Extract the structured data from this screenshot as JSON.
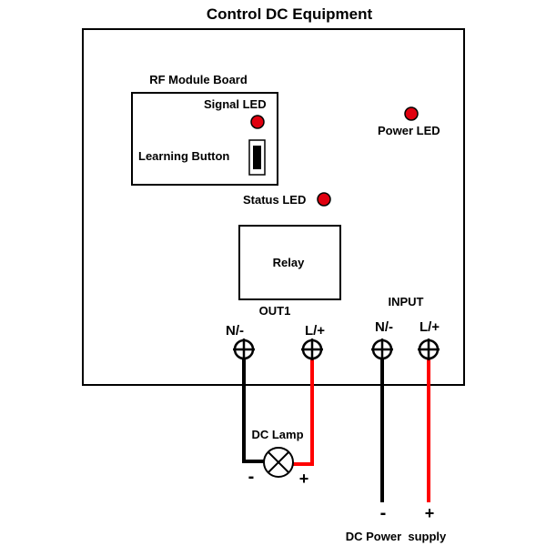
{
  "title": "Control DC Equipment",
  "module": {
    "label": "RF Module Board",
    "signal_led": "Signal LED",
    "learning_button": "Learning Button"
  },
  "power_led": "Power LED",
  "status_led": "Status LED",
  "relay": "Relay",
  "out1": {
    "label": "OUT1",
    "neg": "N/-",
    "pos": "L/+"
  },
  "input": {
    "label": "INPUT",
    "neg": "N/-",
    "pos": "L/+"
  },
  "lamp": {
    "label": "DC Lamp",
    "neg": "-",
    "pos": "+"
  },
  "power_supply": {
    "label": "DC Power  supply",
    "neg": "-",
    "pos": "+"
  },
  "colors": {
    "led": "#e0000f",
    "wire_pos": "#ff0000",
    "wire_neg": "#000000",
    "outline": "#000000"
  }
}
